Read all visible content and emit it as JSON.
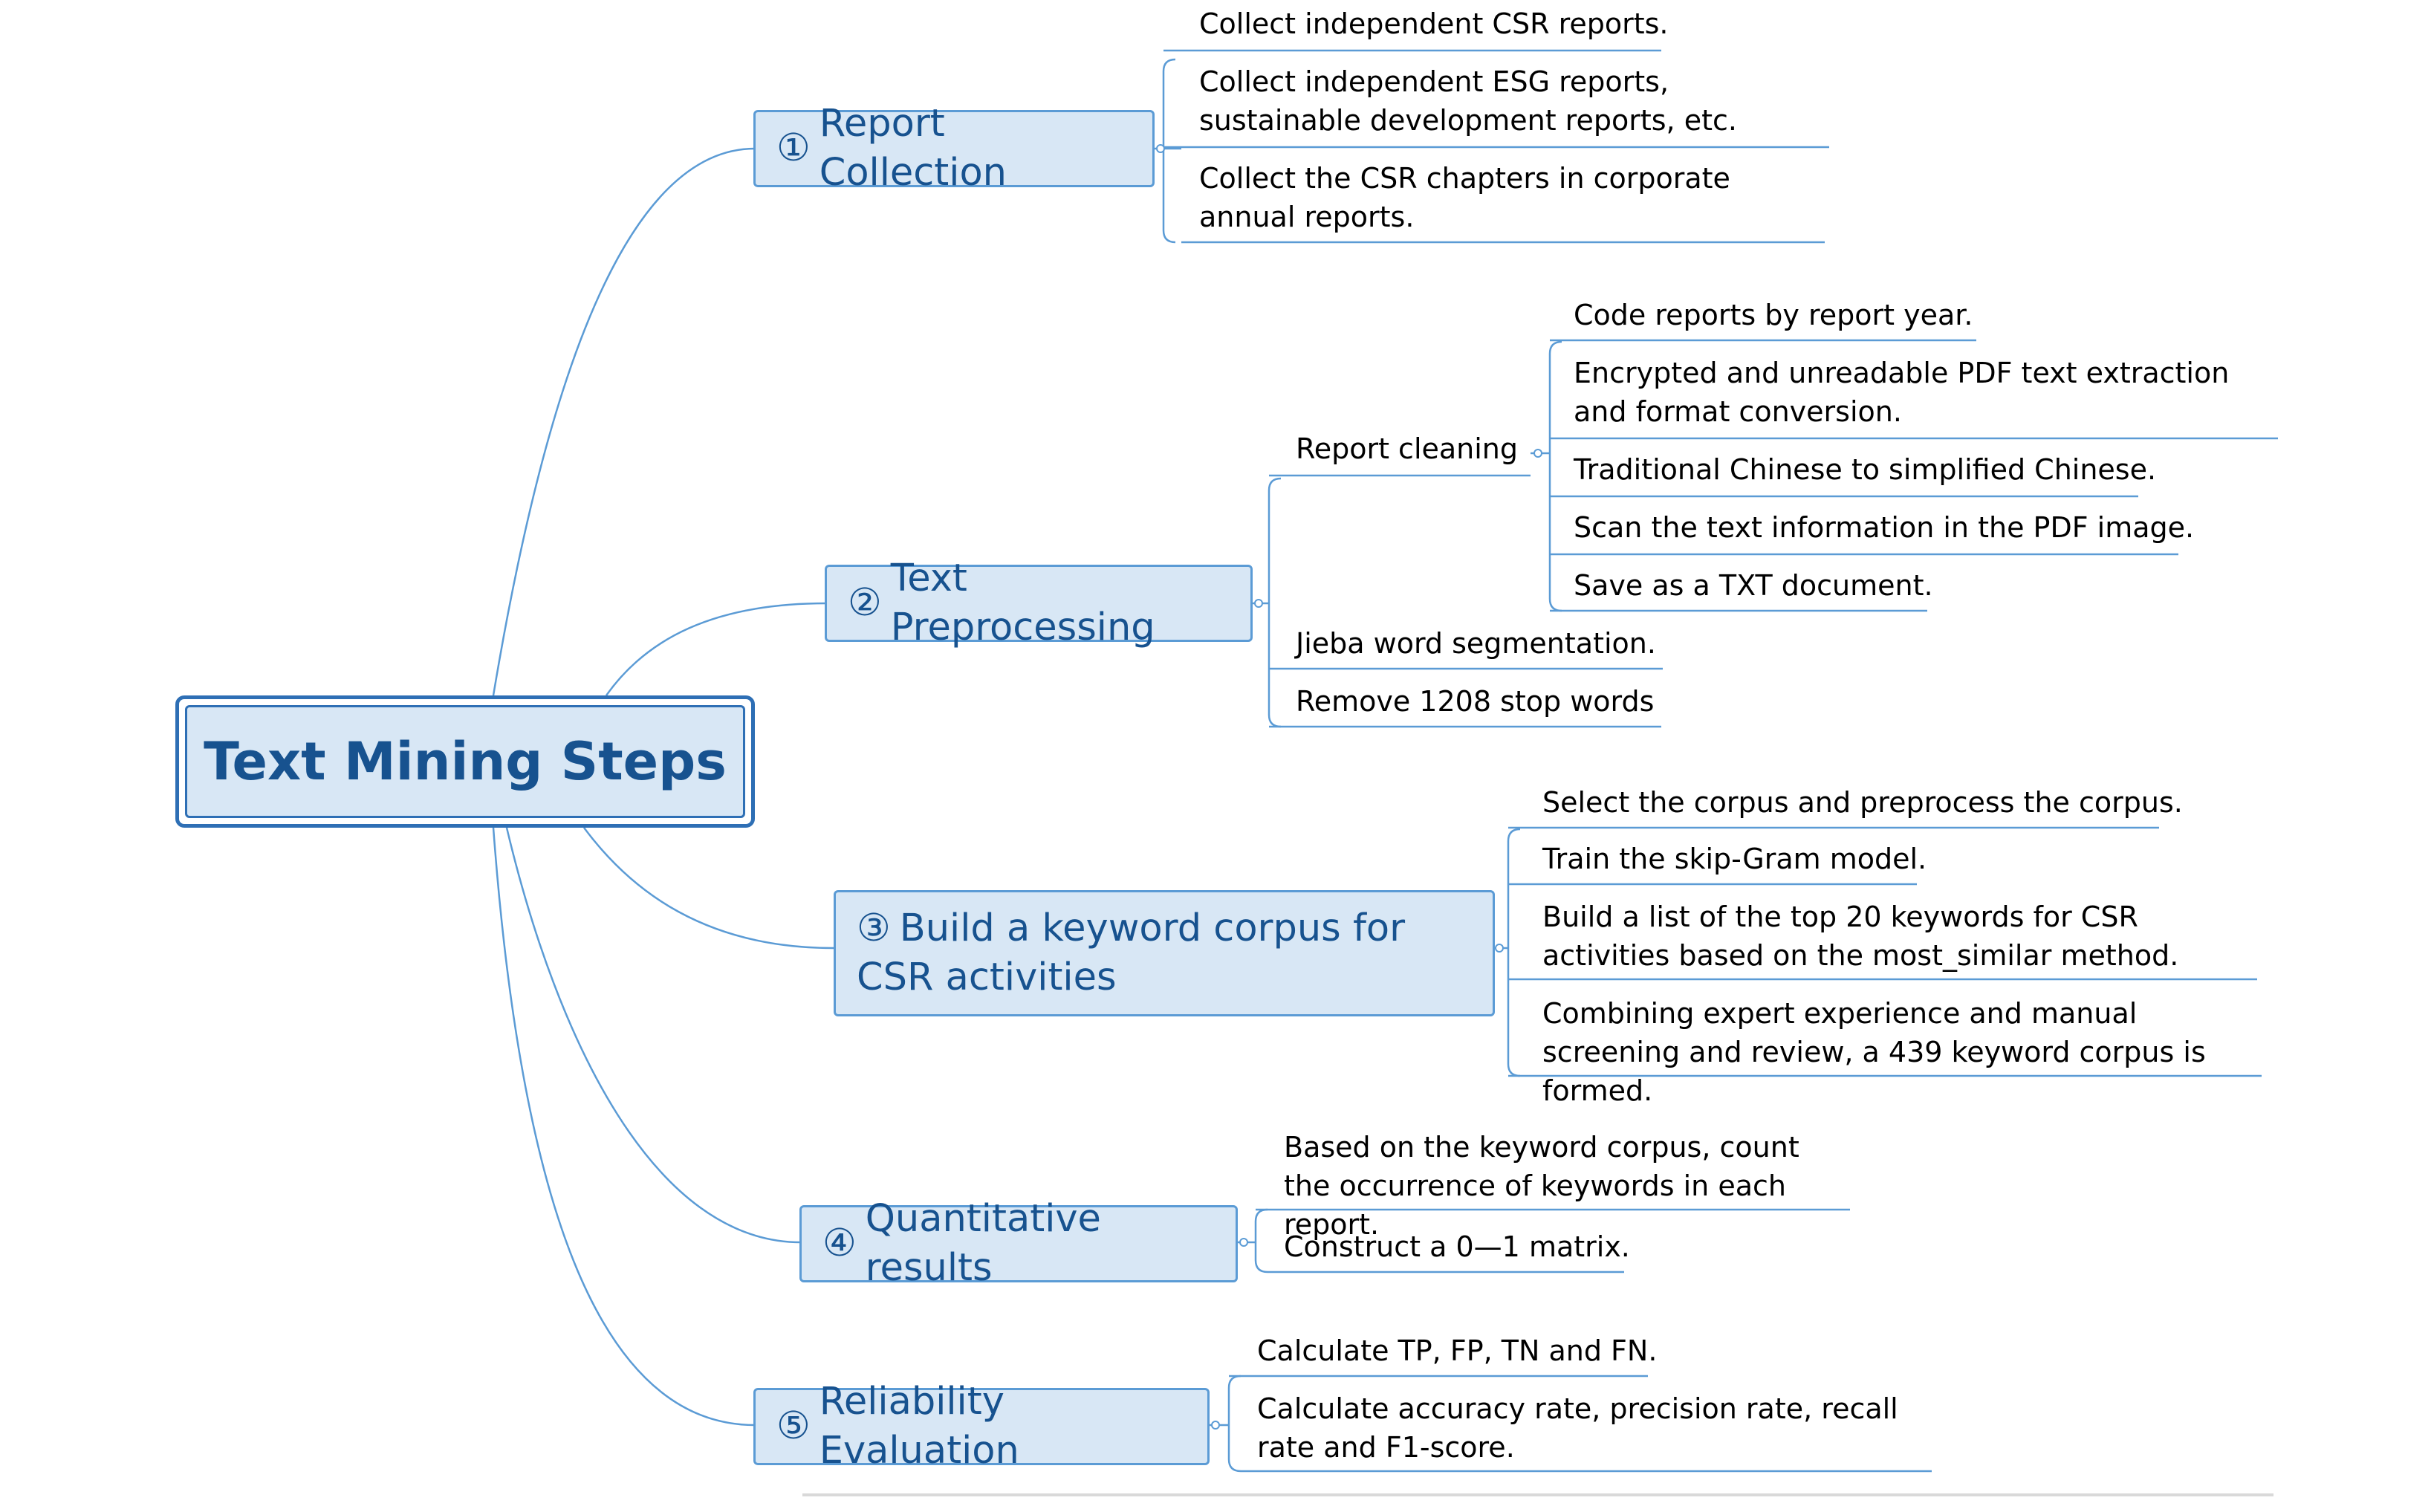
{
  "root": {
    "title": "Text Mining Steps"
  },
  "branches": [
    {
      "number": "①",
      "label": "Report Collection",
      "children": [
        "Collect independent CSR reports.",
        "Collect independent ESG reports, sustainable development reports, etc.",
        "Collect the CSR chapters in corporate annual reports."
      ]
    },
    {
      "number": "②",
      "label": "Text Preprocessing",
      "children": [
        {
          "label": "Report cleaning",
          "children": [
            "Code reports by report year.",
            "Encrypted and unreadable PDF text extraction and format conversion.",
            "Traditional Chinese to simplified Chinese.",
            "Scan the text information in the PDF image.",
            "Save as a TXT document."
          ]
        },
        "Jieba word segmentation.",
        "Remove 1208 stop words"
      ]
    },
    {
      "number": "③",
      "label": "Build a keyword corpus for CSR activities",
      "children": [
        "Select the corpus and preprocess the corpus.",
        "Train the skip-Gram model.",
        "Build a list of the top 20 keywords for CSR activities based on the most_similar method.",
        "Combining expert experience and manual screening and review, a 439 keyword corpus is formed."
      ]
    },
    {
      "number": "④",
      "label": "Quantitative results",
      "children": [
        "Based on the keyword corpus, count the occurrence of keywords in each report.",
        "Construct a 0—1 matrix."
      ]
    },
    {
      "number": "⑤",
      "label": "Reliability Evaluation",
      "children": [
        "Calculate TP, FP, TN and FN.",
        "Calculate accuracy rate, precision rate, recall rate and F1-score."
      ]
    }
  ]
}
